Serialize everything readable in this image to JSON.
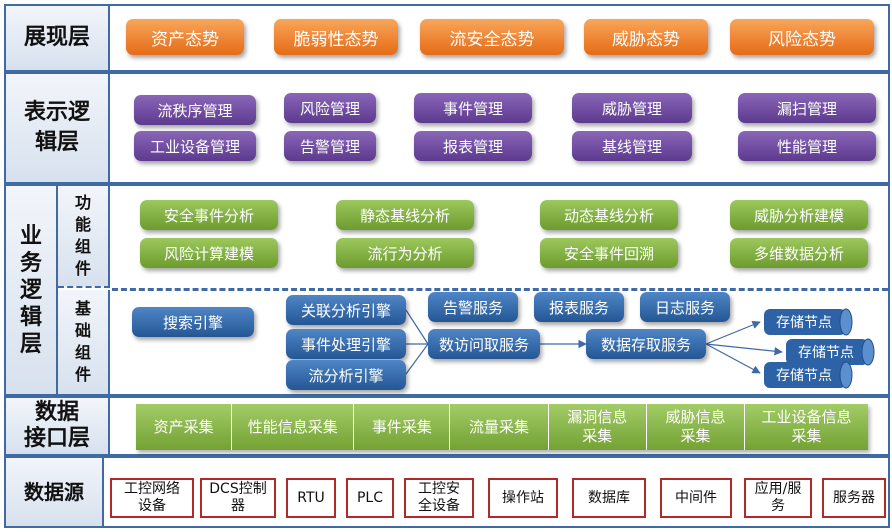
{
  "layers": {
    "presentation": "展现层",
    "logic": "表示逻\n辑层",
    "business": "业\n务\n逻\n辑\n层",
    "function_components": "功能组件",
    "base_components": "基础组件",
    "interface": "数据\n接口层",
    "source": "数据源"
  },
  "presentation_items": [
    "资产态势",
    "脆弱性态势",
    "流安全态势",
    "威胁态势",
    "风险态势"
  ],
  "logic_items": [
    "流秩序管理",
    "风险管理",
    "事件管理",
    "威胁管理",
    "漏扫管理",
    "工业设备管理",
    "告警管理",
    "报表管理",
    "基线管理",
    "性能管理"
  ],
  "function_items": [
    "安全事件分析",
    "静态基线分析",
    "动态基线分析",
    "威胁分析建模",
    "风险计算建模",
    "流行为分析",
    "安全事件回溯",
    "多维数据分析"
  ],
  "base_items": {
    "search": "搜索引擎",
    "correlation": "关联分析引擎",
    "event_engine": "事件处理引擎",
    "flow_engine": "流分析引擎",
    "alert_service": "告警服务",
    "report_service": "报表服务",
    "log_service": "日志服务",
    "data_query": "数访问取服务",
    "data_store": "数据存取服务",
    "storage_node": "存储节点"
  },
  "interface_items": [
    "资产采集",
    "性能信息采集",
    "事件采集",
    "流量采集",
    "漏洞信息\n采集",
    "威胁信息\n采集",
    "工业设备信息\n采集"
  ],
  "source_items": [
    "工控网络\n设备",
    "DCS控制\n器",
    "RTU",
    "PLC",
    "工控安\n全设备",
    "操作站",
    "数据库",
    "中间件",
    "应用/服\n务",
    "服务器"
  ],
  "colors": {
    "border": "#3f6aa3",
    "orange": "#e56b17",
    "purple": "#5c3a8e",
    "green": "#6d9b2d",
    "blue": "#245694",
    "source_border": "#b02a2a"
  }
}
